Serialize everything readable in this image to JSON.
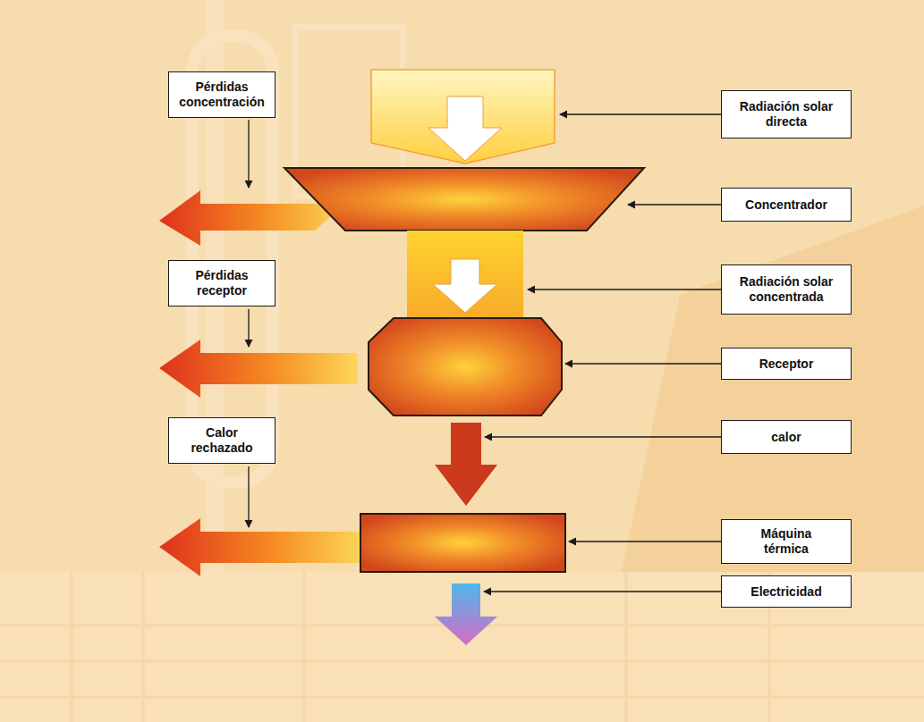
{
  "diagram": {
    "nodes": [
      {
        "text": [
          "Pérdidas concentración"
        ]
      },
      {
        "text": [
          "Radiación solar directa"
        ]
      },
      {
        "text": [
          "Concentrador"
        ]
      },
      {
        "text": [
          "Pérdidas receptor"
        ]
      },
      {
        "text": [
          "Radiación solar concentrada"
        ]
      },
      {
        "text": [
          "Receptor"
        ]
      },
      {
        "text": [
          "Calor rechazado"
        ]
      },
      {
        "text": [
          "calor"
        ]
      },
      {
        "text": [
          "Máquina térmica"
        ]
      },
      {
        "text": [
          "Electricidad"
        ]
      }
    ]
  }
}
